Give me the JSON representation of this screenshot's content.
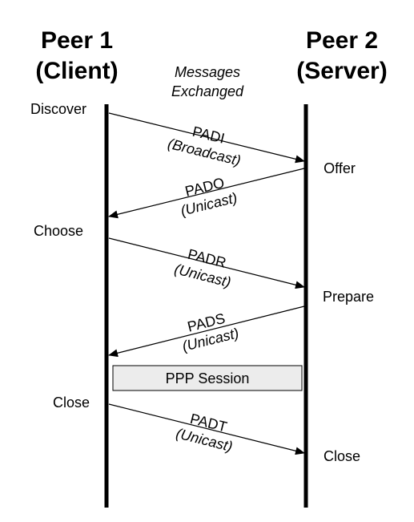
{
  "peer1": {
    "line1": "Peer 1",
    "line2": "(Client)"
  },
  "peer2": {
    "line1": "Peer 2",
    "line2": "(Server)"
  },
  "header": {
    "line1": "Messages",
    "line2": "Exchanged"
  },
  "client_states": {
    "discover": "Discover",
    "choose": "Choose",
    "close": "Close"
  },
  "server_states": {
    "offer": "Offer",
    "prepare": "Prepare",
    "close": "Close"
  },
  "messages": [
    {
      "name": "PADI",
      "type": "(Broadcast)",
      "direction": "client-to-server"
    },
    {
      "name": "PADO",
      "type": "(Unicast)",
      "direction": "server-to-client"
    },
    {
      "name": "PADR",
      "type": "(Unicast)",
      "direction": "client-to-server"
    },
    {
      "name": "PADS",
      "type": "(Unicast)",
      "direction": "server-to-client"
    },
    {
      "name": "PADT",
      "type": "(Unicast)",
      "direction": "client-to-server"
    }
  ],
  "session": {
    "label": "PPP Session"
  },
  "colors": {
    "line": "#000000",
    "session_fill": "#ececec"
  }
}
